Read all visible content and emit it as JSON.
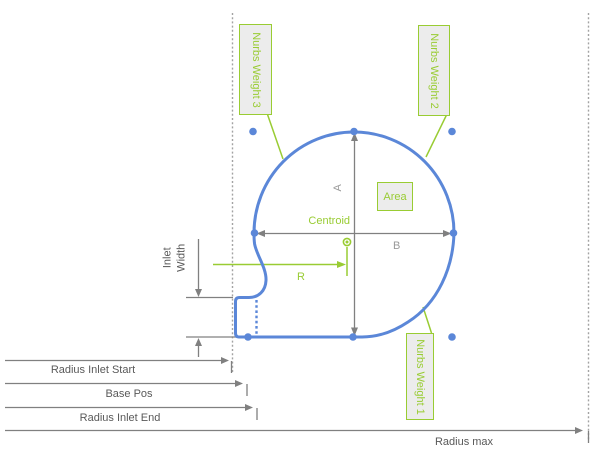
{
  "colors": {
    "curve_blue": "#5b87d8",
    "accent_green": "#99cc33",
    "dim_gray": "#808080",
    "text_gray": "#595959",
    "light_text_gray": "#9a9a9a",
    "box_fill": "#ececec",
    "dotted_gray": "#a3a3a3"
  },
  "diagram": {
    "labels": {
      "nurbs_weight_1": "Nurbs Weight 1",
      "nurbs_weight_2": "Nurbs Weight 2",
      "nurbs_weight_3": "Nurbs Weight 3",
      "area": "Area",
      "centroid": "Centroid",
      "r": "R",
      "a": "A",
      "b": "B",
      "inlet_line1": "Inlet",
      "inlet_line2": "Width"
    },
    "dimensions": {
      "radius_inlet_start": "Radius Inlet Start",
      "base_pos": "Base Pos",
      "radius_inlet_end": "Radius Inlet End",
      "radius_max": "Radius max"
    }
  }
}
